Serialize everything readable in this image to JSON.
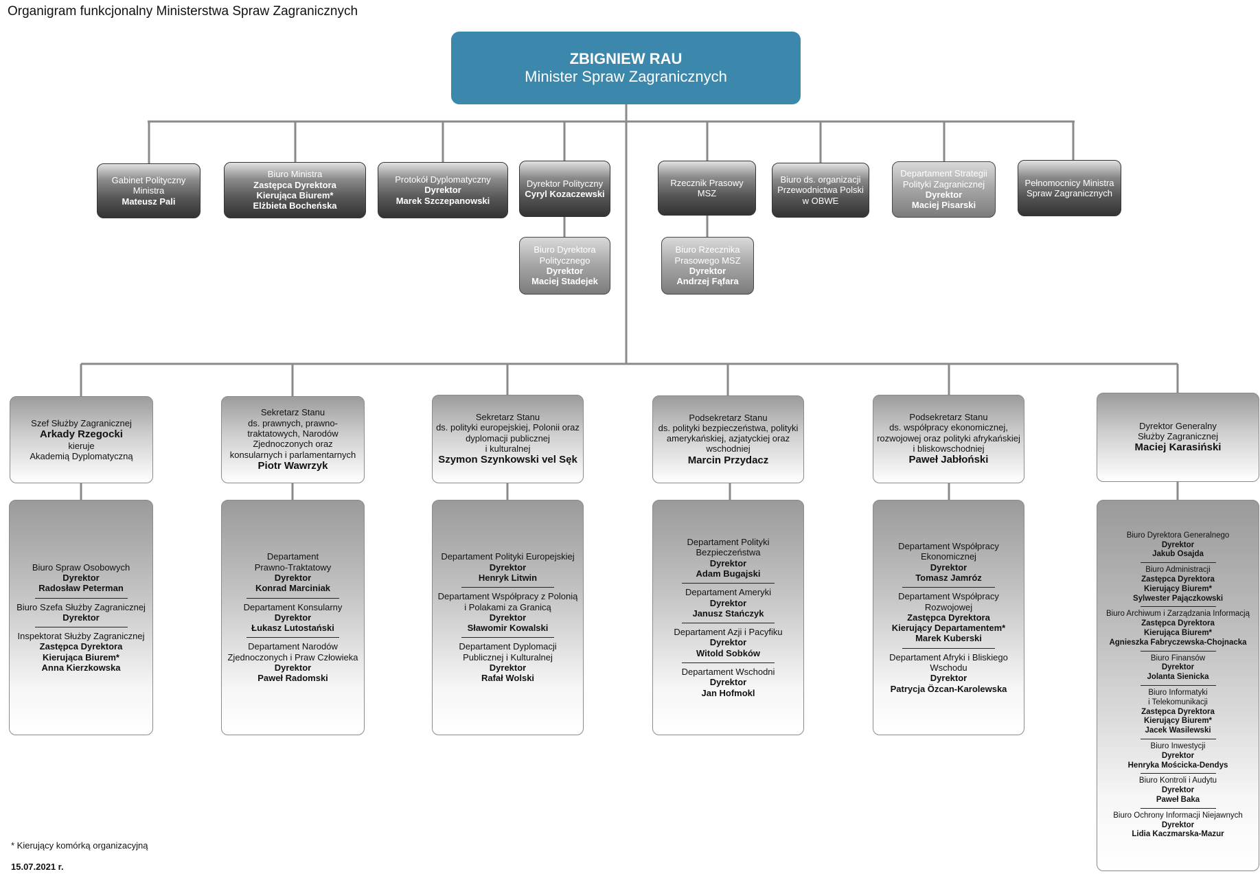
{
  "page_title": "Organigram funkcjonalny Ministerstwa Spraw Zagranicznych",
  "minister": {
    "name": "ZBIGNIEW RAU",
    "title": "Minister Spraw Zagranicznych"
  },
  "top_units": [
    {
      "lines": [
        {
          "t": "Gabinet Polityczny",
          "b": false
        },
        {
          "t": "Ministra",
          "b": false
        },
        {
          "t": "Mateusz Pali",
          "b": true
        }
      ]
    },
    {
      "lines": [
        {
          "t": "Biuro Ministra",
          "b": false
        },
        {
          "t": "Zastępca Dyrektora",
          "b": true
        },
        {
          "t": "Kierująca Biurem*",
          "b": true
        },
        {
          "t": "Elżbieta Bocheńska",
          "b": true
        }
      ]
    },
    {
      "lines": [
        {
          "t": "Protokół Dyplomatyczny",
          "b": false
        },
        {
          "t": "Dyrektor",
          "b": true
        },
        {
          "t": "Marek Szczepanowski",
          "b": true
        }
      ]
    },
    {
      "lines": [
        {
          "t": "Dyrektor Polityczny",
          "b": false
        },
        {
          "t": "Cyryl Kozaczewski",
          "b": true
        }
      ]
    },
    {
      "lines": [
        {
          "t": "Rzecznik Prasowy",
          "b": false
        },
        {
          "t": "MSZ",
          "b": false
        }
      ]
    },
    {
      "lines": [
        {
          "t": "Biuro ds. organizacji",
          "b": false
        },
        {
          "t": "Przewodnictwa Polski",
          "b": false
        },
        {
          "t": "w OBWE",
          "b": false
        }
      ]
    },
    {
      "lines": [
        {
          "t": "Departament Strategii",
          "b": false
        },
        {
          "t": "Polityki Zagranicznej",
          "b": false
        },
        {
          "t": "Dyrektor",
          "b": true
        },
        {
          "t": "Maciej Pisarski",
          "b": true
        }
      ]
    },
    {
      "lines": [
        {
          "t": "Pełnomocnicy Ministra",
          "b": false
        },
        {
          "t": "Spraw Zagranicznych",
          "b": false
        }
      ]
    }
  ],
  "sub_units": [
    {
      "lines": [
        {
          "t": "Biuro Dyrektora",
          "b": false
        },
        {
          "t": "Politycznego",
          "b": false
        },
        {
          "t": "Dyrektor",
          "b": true
        },
        {
          "t": "Maciej Stadejek",
          "b": true
        }
      ]
    },
    {
      "lines": [
        {
          "t": "Biuro Rzecznika",
          "b": false
        },
        {
          "t": "Prasowego MSZ",
          "b": false
        },
        {
          "t": "Dyrektor",
          "b": true
        },
        {
          "t": "Andrzej Fąfara",
          "b": true
        }
      ]
    }
  ],
  "secretaries": [
    {
      "lines": [
        {
          "t": "Szef Służby Zagranicznej",
          "s": ""
        },
        {
          "t": "Arkady Rzegocki",
          "s": "big"
        },
        {
          "t": "kieruje",
          "s": ""
        },
        {
          "t": "Akademią Dyplomatyczną",
          "s": ""
        }
      ]
    },
    {
      "lines": [
        {
          "t": "Sekretarz Stanu",
          "s": ""
        },
        {
          "t": "ds. prawnych, prawno-",
          "s": ""
        },
        {
          "t": "traktatowych,  Narodów",
          "s": ""
        },
        {
          "t": "Zjednoczonych oraz",
          "s": ""
        },
        {
          "t": "konsularnych i parlamentarnych",
          "s": ""
        },
        {
          "t": "Piotr Wawrzyk",
          "s": "big"
        }
      ]
    },
    {
      "lines": [
        {
          "t": "Sekretarz Stanu",
          "s": ""
        },
        {
          "t": "ds. polityki europejskiej, Polonii oraz",
          "s": ""
        },
        {
          "t": "dyplomacji publicznej",
          "s": ""
        },
        {
          "t": "i kulturalnej",
          "s": ""
        },
        {
          "t": "Szymon Szynkowski vel Sęk",
          "s": "big"
        }
      ]
    },
    {
      "lines": [
        {
          "t": "Podsekretarz Stanu",
          "s": ""
        },
        {
          "t": "ds. polityki bezpieczeństwa, polityki",
          "s": ""
        },
        {
          "t": "amerykańskiej, azjatyckiej oraz",
          "s": ""
        },
        {
          "t": "wschodniej",
          "s": ""
        },
        {
          "t": "Marcin Przydacz",
          "s": "big"
        }
      ]
    },
    {
      "lines": [
        {
          "t": "Podsekretarz Stanu",
          "s": ""
        },
        {
          "t": "ds. współpracy ekonomicznej,",
          "s": ""
        },
        {
          "t": "rozwojowej oraz polityki afrykańskiej",
          "s": ""
        },
        {
          "t": "i bliskowschodniej",
          "s": ""
        },
        {
          "t": "Paweł Jabłoński",
          "s": "big"
        }
      ]
    },
    {
      "lines": [
        {
          "t": "Dyrektor Generalny",
          "s": ""
        },
        {
          "t": "Służby Zagranicznej",
          "s": ""
        },
        {
          "t": "Maciej Karasiński",
          "s": "big"
        }
      ]
    }
  ],
  "departments": [
    {
      "entries": [
        [
          {
            "t": "Biuro Spraw Osobowych",
            "b": false
          },
          {
            "t": "Dyrektor",
            "b": true
          },
          {
            "t": "Radosław Peterman",
            "b": true
          }
        ],
        [
          {
            "t": "Biuro Szefa Służby Zagranicznej",
            "b": false
          },
          {
            "t": "Dyrektor",
            "b": true
          }
        ],
        [
          {
            "t": "Inspektorat Służby Zagranicznej",
            "b": false
          },
          {
            "t": "Zastępca Dyrektora",
            "b": true
          },
          {
            "t": "Kierująca Biurem*",
            "b": true
          },
          {
            "t": "Anna Kierzkowska",
            "b": true
          }
        ]
      ]
    },
    {
      "entries": [
        [
          {
            "t": "Departament",
            "b": false
          },
          {
            "t": "Prawno-Traktatowy",
            "b": false
          },
          {
            "t": "Dyrektor",
            "b": true
          },
          {
            "t": "Konrad Marciniak",
            "b": true
          }
        ],
        [
          {
            "t": "Departament Konsularny",
            "b": false
          },
          {
            "t": "Dyrektor",
            "b": true
          },
          {
            "t": "Łukasz Lutostański",
            "b": true
          }
        ],
        [
          {
            "t": "Departament Narodów",
            "b": false
          },
          {
            "t": "Zjednoczonych i Praw Człowieka",
            "b": false
          },
          {
            "t": "Dyrektor",
            "b": true
          },
          {
            "t": "Paweł Radomski",
            "b": true
          }
        ]
      ]
    },
    {
      "entries": [
        [
          {
            "t": "Departament Polityki Europejskiej",
            "b": false
          },
          {
            "t": "Dyrektor",
            "b": true
          },
          {
            "t": "Henryk Litwin",
            "b": true
          }
        ],
        [
          {
            "t": "Departament Współpracy z Polonią",
            "b": false
          },
          {
            "t": "i Polakami za Granicą",
            "b": false
          },
          {
            "t": "Dyrektor",
            "b": true
          },
          {
            "t": "Sławomir Kowalski",
            "b": true
          }
        ],
        [
          {
            "t": "Departament Dyplomacji",
            "b": false
          },
          {
            "t": "Publicznej i Kulturalnej",
            "b": false
          },
          {
            "t": "Dyrektor",
            "b": true
          },
          {
            "t": "Rafał Wolski",
            "b": true
          }
        ]
      ]
    },
    {
      "entries": [
        [
          {
            "t": "Departament Polityki",
            "b": false
          },
          {
            "t": "Bezpieczeństwa",
            "b": false
          },
          {
            "t": "Dyrektor",
            "b": true
          },
          {
            "t": "Adam Bugajski",
            "b": true
          }
        ],
        [
          {
            "t": "Departament Ameryki",
            "b": false
          },
          {
            "t": "Dyrektor",
            "b": true
          },
          {
            "t": "Janusz Stańczyk",
            "b": true
          }
        ],
        [
          {
            "t": "Departament Azji i Pacyfiku",
            "b": false
          },
          {
            "t": "Dyrektor",
            "b": true
          },
          {
            "t": "Witold Sobków",
            "b": true
          }
        ],
        [
          {
            "t": "Departament Wschodni",
            "b": false
          },
          {
            "t": "Dyrektor",
            "b": true
          },
          {
            "t": "Jan Hofmokl",
            "b": true
          }
        ]
      ]
    },
    {
      "entries": [
        [
          {
            "t": "Departament Współpracy",
            "b": false
          },
          {
            "t": "Ekonomicznej",
            "b": false
          },
          {
            "t": "Dyrektor",
            "b": true
          },
          {
            "t": "Tomasz Jamróz",
            "b": true
          }
        ],
        [
          {
            "t": "Departament Współpracy",
            "b": false
          },
          {
            "t": "Rozwojowej",
            "b": false
          },
          {
            "t": "Zastępca Dyrektora",
            "b": true
          },
          {
            "t": "Kierujący Departamentem*",
            "b": true
          },
          {
            "t": "Marek Kuberski",
            "b": true
          }
        ],
        [
          {
            "t": "Departament Afryki i Bliskiego",
            "b": false
          },
          {
            "t": "Wschodu",
            "b": false
          },
          {
            "t": "Dyrektor",
            "b": true
          },
          {
            "t": "Patrycja Özcan-Karolewska",
            "b": true
          }
        ]
      ]
    },
    {
      "entries": [
        [
          {
            "t": "Biuro Dyrektora Generalnego",
            "b": false
          },
          {
            "t": "Dyrektor",
            "b": true
          },
          {
            "t": "Jakub Osajda",
            "b": true
          }
        ],
        [
          {
            "t": "Biuro Administracji",
            "b": false
          },
          {
            "t": "Zastępca Dyrektora",
            "b": true
          },
          {
            "t": "Kierujący Biurem*",
            "b": true
          },
          {
            "t": "Sylwester Pajączkowski",
            "b": true
          }
        ],
        [
          {
            "t": "Biuro Archiwum i Zarządzania Informacją",
            "b": false
          },
          {
            "t": "Zastępca Dyrektora",
            "b": true
          },
          {
            "t": "Kierująca Biurem*",
            "b": true
          },
          {
            "t": "Agnieszka Fabryczewska-Chojnacka",
            "b": true
          }
        ],
        [
          {
            "t": "Biuro Finansów",
            "b": false
          },
          {
            "t": "Dyrektor",
            "b": true
          },
          {
            "t": "Jolanta Sienicka",
            "b": true
          }
        ],
        [
          {
            "t": "Biuro Informatyki",
            "b": false
          },
          {
            "t": "i Telekomunikacji",
            "b": false
          },
          {
            "t": "Zastępca Dyrektora",
            "b": true
          },
          {
            "t": "Kierujący Biurem*",
            "b": true
          },
          {
            "t": "Jacek Wasilewski",
            "b": true
          }
        ],
        [
          {
            "t": "Biuro Inwestycji",
            "b": false
          },
          {
            "t": "Dyrektor",
            "b": true
          },
          {
            "t": "Henryka Mościcka-Dendys",
            "b": true
          }
        ],
        [
          {
            "t": "Biuro Kontroli i Audytu",
            "b": false
          },
          {
            "t": "Dyrektor",
            "b": true
          },
          {
            "t": "Paweł Baka",
            "b": true
          }
        ],
        [
          {
            "t": "Biuro Ochrony Informacji Niejawnych",
            "b": false
          },
          {
            "t": "Dyrektor",
            "b": true
          },
          {
            "t": "Lidia Kaczmarska-Mazur",
            "b": true
          }
        ]
      ]
    }
  ],
  "footnote": "* Kierujący komórką organizacyjną",
  "date": "15.07.2021 r."
}
